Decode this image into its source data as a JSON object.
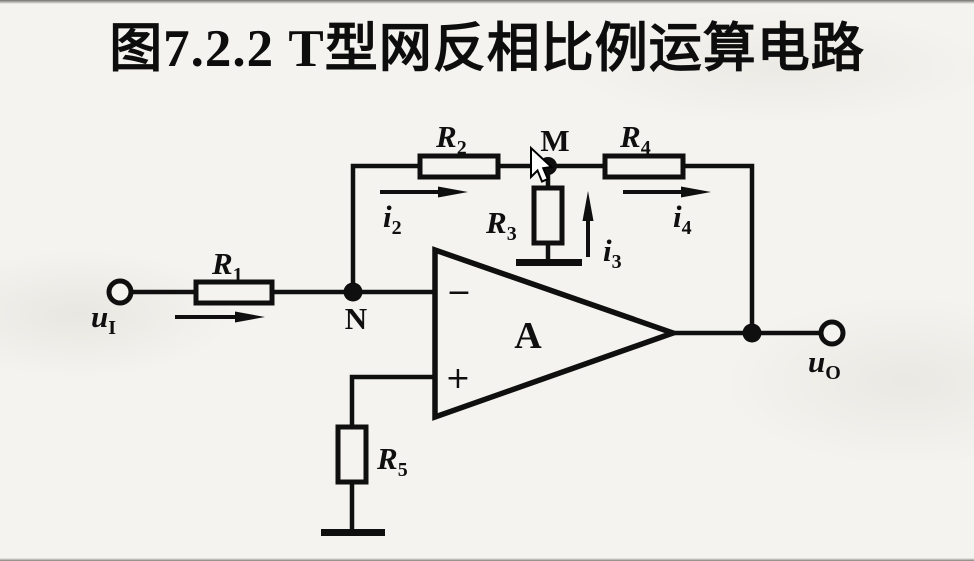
{
  "title": "图7.2.2 T型网反相比例运算电路",
  "colors": {
    "background": "#f4f3ef",
    "ink": "#0f0f0f"
  },
  "circuit": {
    "type": "T-network inverting proportional op-amp circuit",
    "input": {
      "terminal_label": {
        "base": "u",
        "sub": "I"
      }
    },
    "output": {
      "terminal_label": {
        "base": "u",
        "sub": "O"
      }
    },
    "resistors": {
      "r1": {
        "base": "R",
        "sub": "1"
      },
      "r2": {
        "base": "R",
        "sub": "2"
      },
      "r3": {
        "base": "R",
        "sub": "3"
      },
      "r4": {
        "base": "R",
        "sub": "4"
      },
      "r5": {
        "base": "R",
        "sub": "5"
      }
    },
    "currents": {
      "i2": {
        "base": "i",
        "sub": "2"
      },
      "i3": {
        "base": "i",
        "sub": "3"
      },
      "i4": {
        "base": "i",
        "sub": "4"
      }
    },
    "nodes": {
      "n": "N",
      "m": "M"
    },
    "opamp": {
      "label": "A",
      "inverting_sign": "−",
      "noninverting_sign": "+"
    }
  }
}
